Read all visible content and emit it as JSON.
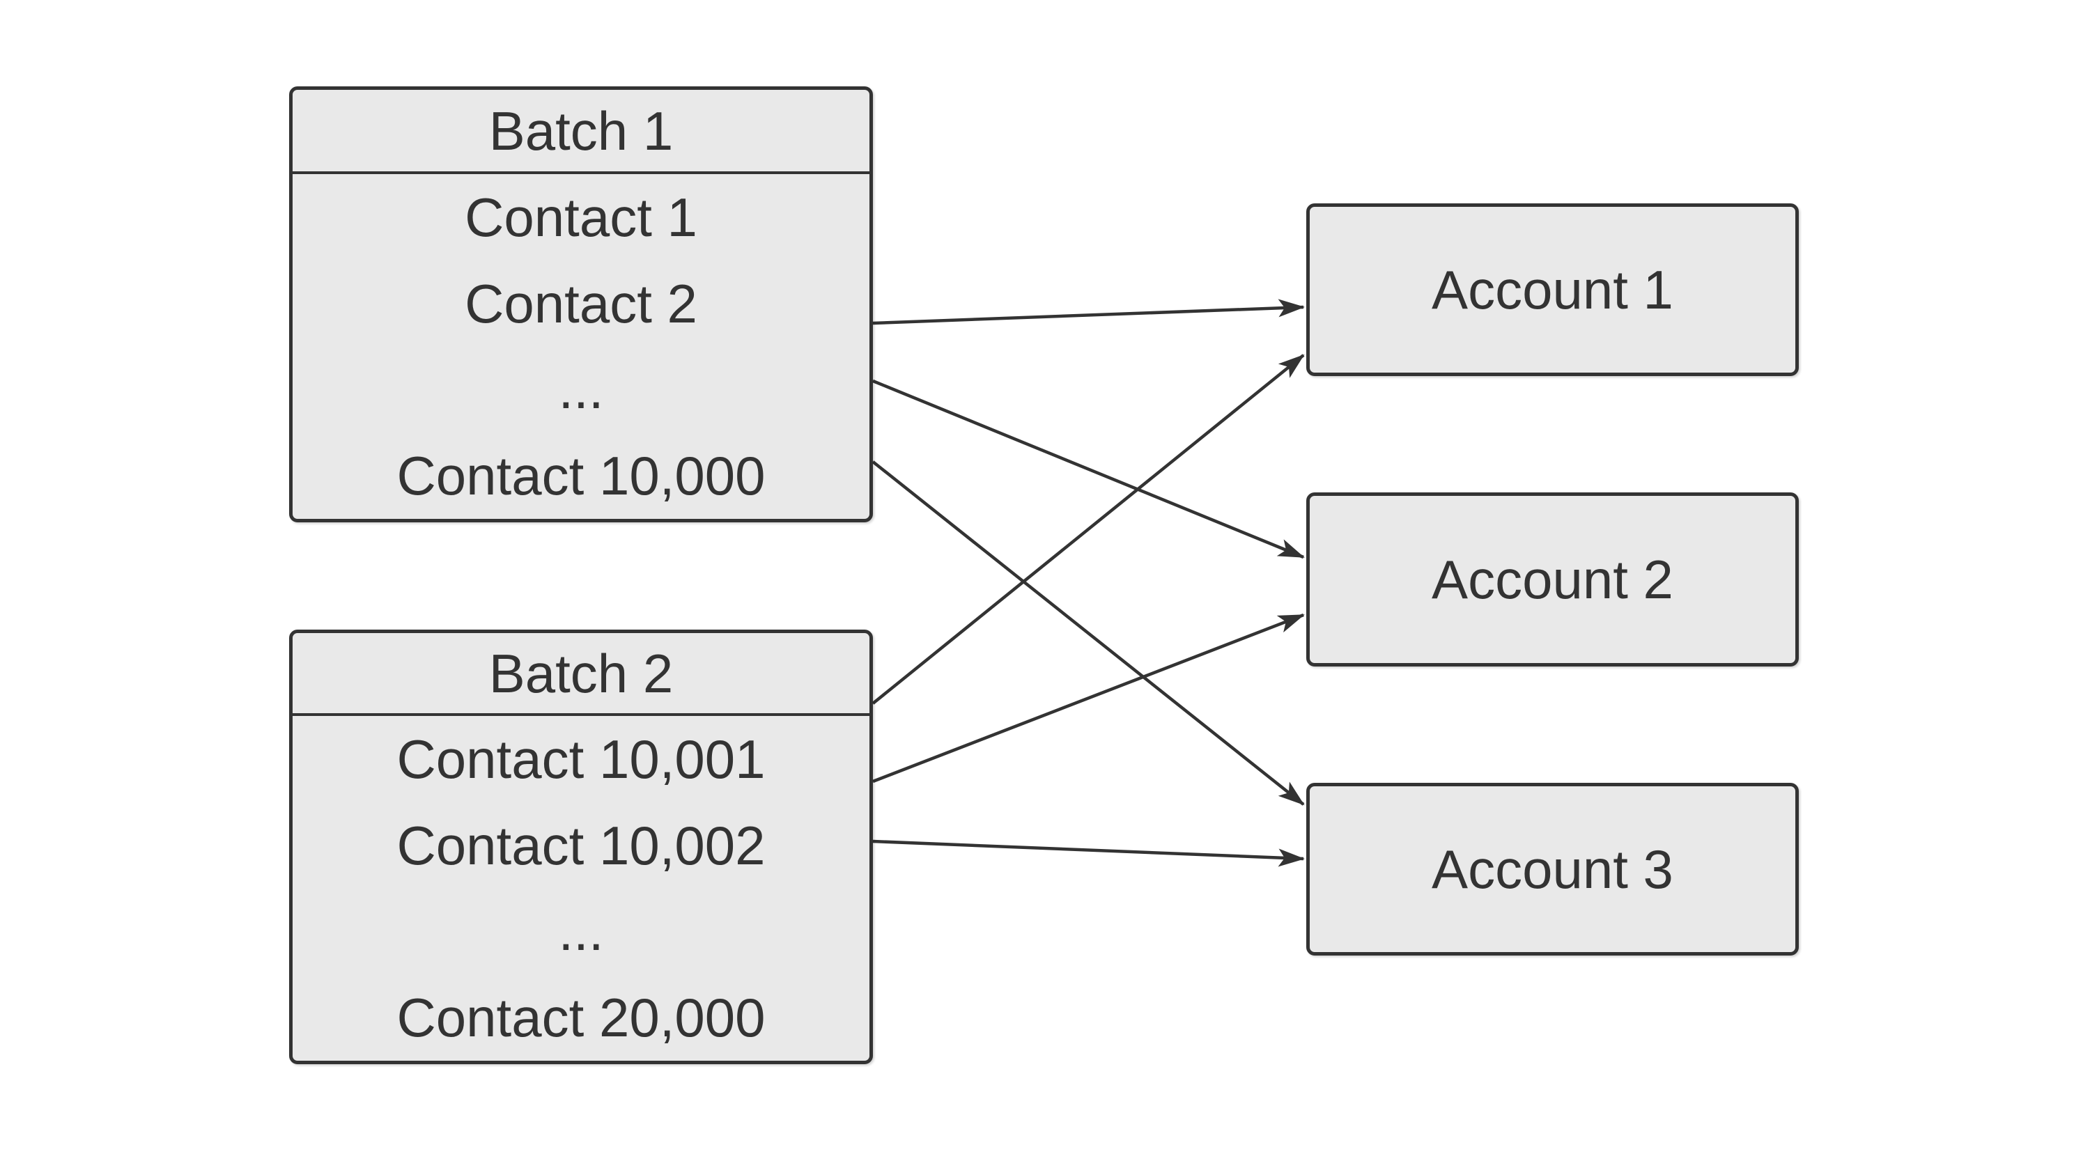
{
  "diagram": {
    "colors": {
      "background": "#ffffff",
      "node_fill": "#e9e9e9",
      "node_border": "#333333",
      "text": "#333333",
      "arrow": "#333333"
    },
    "batches": [
      {
        "id": "batch1",
        "title": "Batch 1",
        "rows": [
          "Contact 1",
          "Contact 2",
          "...",
          "Contact 10,000"
        ]
      },
      {
        "id": "batch2",
        "title": "Batch 2",
        "rows": [
          "Contact 10,001",
          "Contact 10,002",
          "...",
          "Contact 20,000"
        ]
      }
    ],
    "accounts": [
      {
        "id": "account1",
        "label": "Account 1"
      },
      {
        "id": "account2",
        "label": "Account 2"
      },
      {
        "id": "account3",
        "label": "Account 3"
      }
    ],
    "edges": [
      {
        "from": "batch1",
        "to": "account1"
      },
      {
        "from": "batch1",
        "to": "account2"
      },
      {
        "from": "batch1",
        "to": "account3"
      },
      {
        "from": "batch2",
        "to": "account1"
      },
      {
        "from": "batch2",
        "to": "account2"
      },
      {
        "from": "batch2",
        "to": "account3"
      }
    ]
  }
}
